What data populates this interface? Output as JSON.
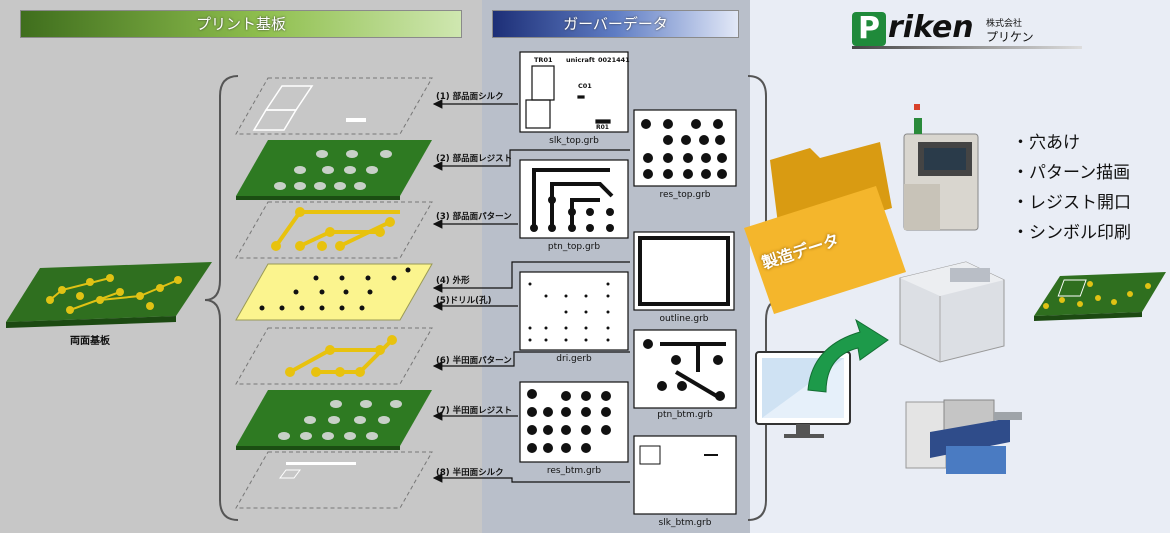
{
  "header": {
    "left_title": "プリント基板",
    "mid_title": "ガーバーデータ"
  },
  "logo": {
    "name": "riken",
    "sub_top": "株式会社",
    "sub_bottom": "プリケン"
  },
  "board_label": "両面基板",
  "layers": [
    {
      "label": "(1) 部品面シルク"
    },
    {
      "label": "(2) 部品面レジスト"
    },
    {
      "label": "(3) 部品面パターン"
    },
    {
      "label": "(4) 外形"
    },
    {
      "label": "(5)ドリル(孔)"
    },
    {
      "label": "(6) 半田面パターン"
    },
    {
      "label": "(7) 半田面レジスト"
    },
    {
      "label": "(8) 半田面シルク"
    }
  ],
  "files": {
    "slk_top": "slk_top.grb",
    "res_top": "res_top.grb",
    "ptn_top": "ptn_top.grb",
    "outline": "outline.grb",
    "dri": "dri.gerb",
    "ptn_btm": "ptn_btm.grb",
    "res_btm": "res_btm.grb",
    "slk_btm": "slk_btm.grb"
  },
  "silk_text": {
    "tr01": "TR01",
    "unicraft": "unicraft",
    "code": "0021441",
    "c01": "C01",
    "r01": "R01"
  },
  "folder_label": "製造データ",
  "processes": [
    "・穴あけ",
    "・パターン描画",
    "・レジスト開口",
    "・シンボル印刷"
  ]
}
